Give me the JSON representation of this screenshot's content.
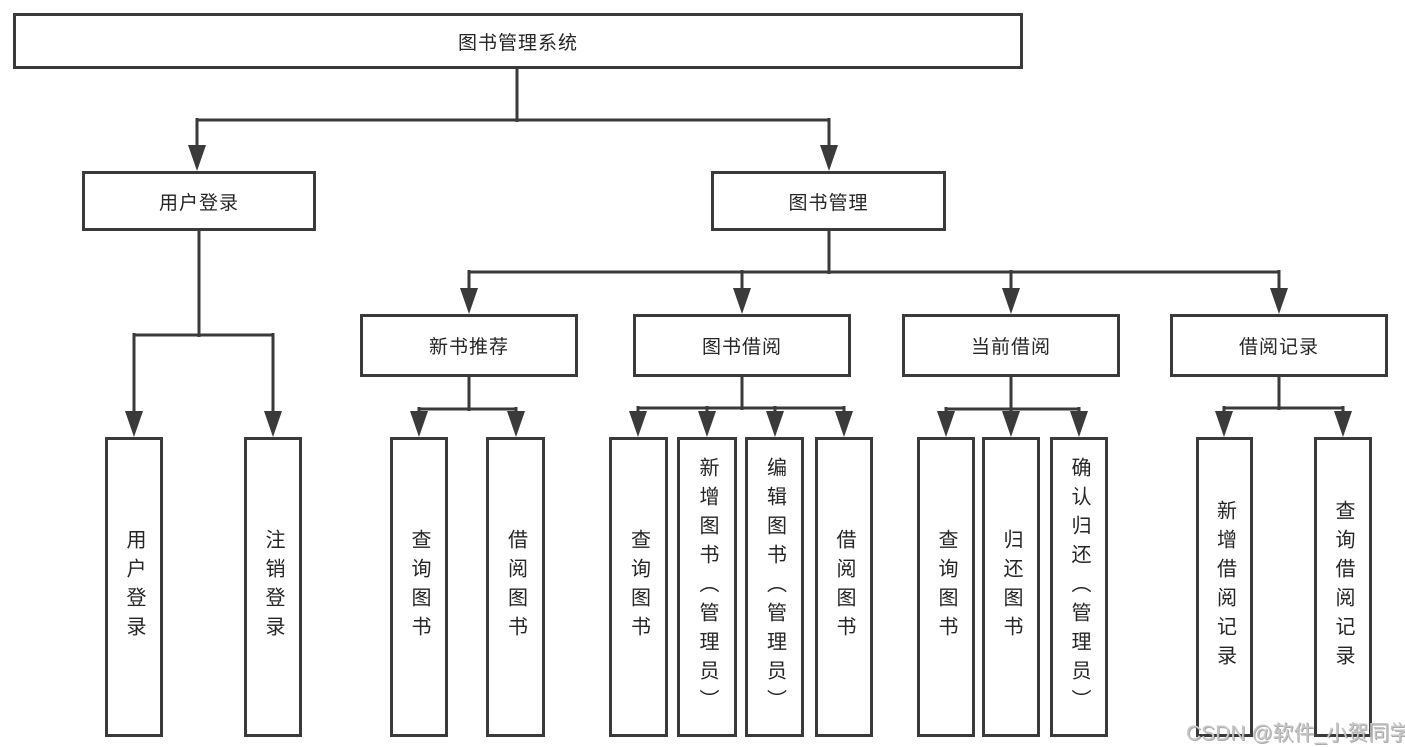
{
  "diagram": {
    "title_box": {
      "label": "图书管理系统"
    },
    "level2": [
      {
        "label": "用户登录"
      },
      {
        "label": "图书管理"
      }
    ],
    "level3": [
      {
        "label": "新书推荐"
      },
      {
        "label": "图书借阅"
      },
      {
        "label": "当前借阅"
      },
      {
        "label": "借阅记录"
      }
    ],
    "leaves": {
      "user_login": [
        "用户登录",
        "注销登录"
      ],
      "new_book_recommend": [
        "查询图书",
        "借阅图书"
      ],
      "book_borrow": [
        "查询图书",
        "新增图书（管理员）",
        "编辑图书（管理员）",
        "借阅图书"
      ],
      "current_borrow": [
        "查询图书",
        "归还图书",
        "确认归还（管理员）"
      ],
      "borrow_record": [
        "新增借阅记录",
        "查询借阅记录"
      ]
    },
    "watermark": "CSDN @软件_小贺同学",
    "colors": {
      "line": "#3a3a3a",
      "text": "#252525",
      "watermark": "#c6c6c6",
      "background": "#ffffff"
    }
  }
}
